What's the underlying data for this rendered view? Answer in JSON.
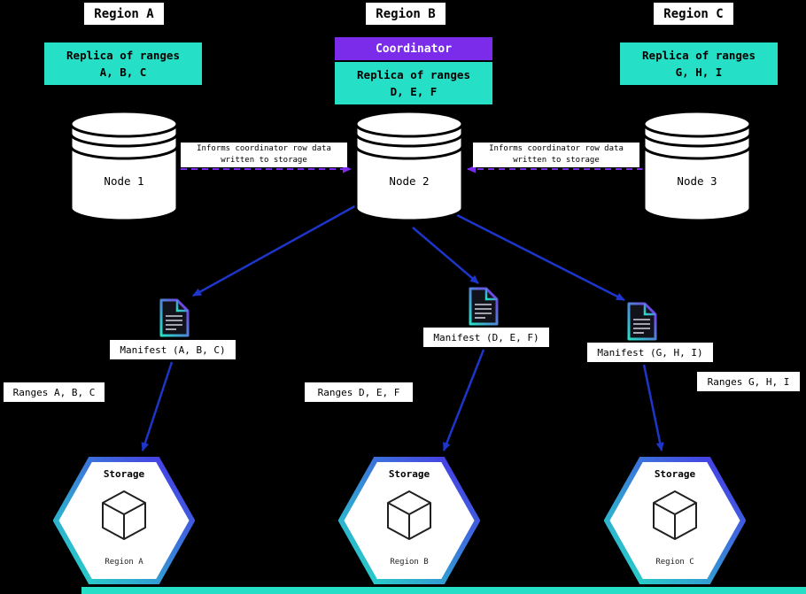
{
  "coordinator": {
    "label": "Coordinator"
  },
  "informs": {
    "line1": "Informs coordinator row data",
    "line2": "written to storage"
  },
  "regions": [
    {
      "header": "Region A",
      "replica_line1": "Replica of ranges",
      "replica_line2": "A, B, C",
      "node_label": "Node 1",
      "manifest_label": "Manifest (A, B, C)",
      "ranges_label": "Ranges A, B, C",
      "storage_title": "Storage",
      "storage_region": "Region A"
    },
    {
      "header": "Region B",
      "replica_line1": "Replica of ranges",
      "replica_line2": "D, E, F",
      "node_label": "Node 2",
      "manifest_label": "Manifest (D, E, F)",
      "ranges_label": "Ranges D, E, F",
      "storage_title": "Storage",
      "storage_region": "Region B"
    },
    {
      "header": "Region C",
      "replica_line1": "Replica of ranges",
      "replica_line2": "G, H, I",
      "node_label": "Node 3",
      "manifest_label": "Manifest (G, H, I)",
      "ranges_label": "Ranges G, H, I",
      "storage_title": "Storage",
      "storage_region": "Region C"
    }
  ],
  "icons": {
    "node": "database-cylinder-icon",
    "manifest": "manifest-file-icon",
    "storage": "storage-hexagon-icon",
    "cube": "cube-icon"
  },
  "colors": {
    "background": "#000000",
    "cyan": "#25e0c6",
    "purple": "#7b2bea",
    "arrow_blue": "#1d35c9",
    "label_background": "#ffffff",
    "shape_fill": "#ffffff",
    "text_dark": "#000000"
  }
}
